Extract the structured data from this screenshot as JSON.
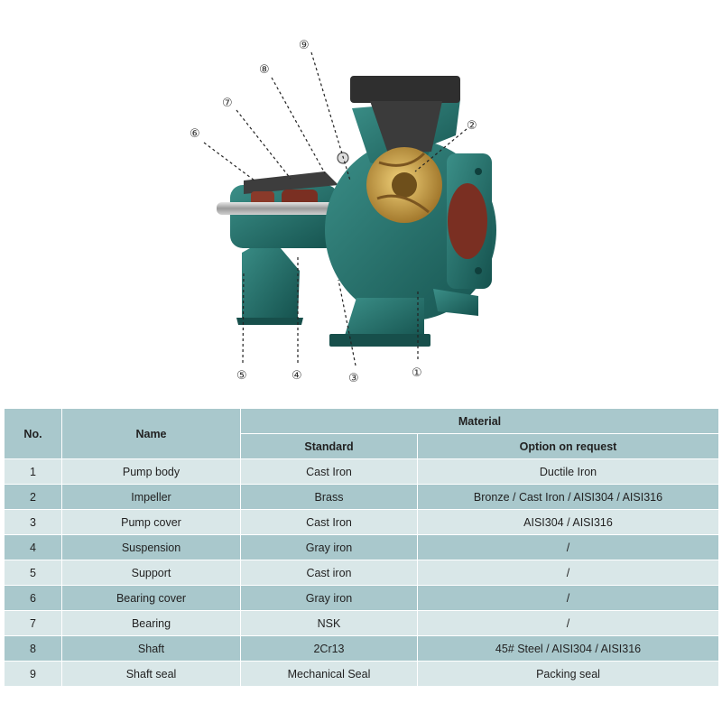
{
  "diagram": {
    "callouts": [
      "①",
      "②",
      "③",
      "④",
      "⑤",
      "⑥",
      "⑦",
      "⑧",
      "⑨"
    ]
  },
  "table": {
    "headers": {
      "no": "No.",
      "name": "Name",
      "material": "Material",
      "standard": "Standard",
      "option": "Option on request"
    },
    "rows": [
      {
        "no": "1",
        "name": "Pump body",
        "standard": "Cast Iron",
        "option": "Ductile Iron"
      },
      {
        "no": "2",
        "name": "Impeller",
        "standard": "Brass",
        "option": "Bronze / Cast Iron / AISI304 / AISI316"
      },
      {
        "no": "3",
        "name": "Pump cover",
        "standard": "Cast Iron",
        "option": "AISI304 / AISI316"
      },
      {
        "no": "4",
        "name": "Suspension",
        "standard": "Gray iron",
        "option": "/"
      },
      {
        "no": "5",
        "name": "Support",
        "standard": "Cast iron",
        "option": "/"
      },
      {
        "no": "6",
        "name": "Bearing cover",
        "standard": "Gray iron",
        "option": "/"
      },
      {
        "no": "7",
        "name": "Bearing",
        "standard": "NSK",
        "option": "/"
      },
      {
        "no": "8",
        "name": "Shaft",
        "standard": "2Cr13",
        "option": "45# Steel / AISI304 / AISI316"
      },
      {
        "no": "9",
        "name": "Shaft seal",
        "standard": "Mechanical Seal",
        "option": "Packing seal"
      }
    ]
  },
  "colors": {
    "header_bg": "#a9c8cc",
    "row_light": "#d9e7e8",
    "row_dark": "#a9c8cc",
    "pump_teal": "#1f6f6a",
    "impeller_brass": "#c9a14a"
  }
}
